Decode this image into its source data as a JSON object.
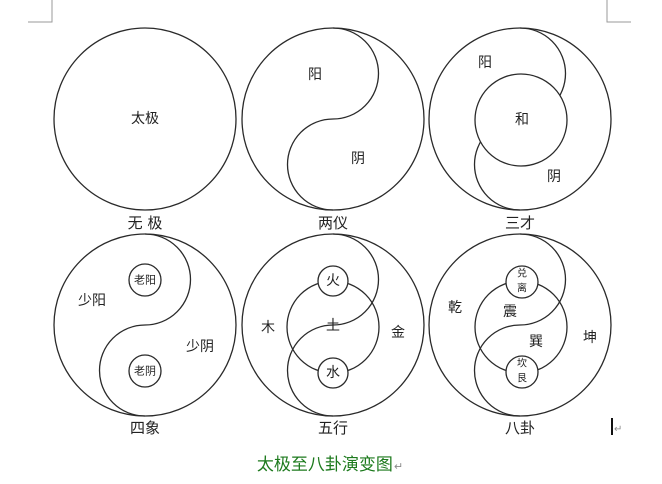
{
  "figure": {
    "caption": "太极至八卦演变图",
    "caption_color": "#1d7a1d",
    "paragraph_mark": "↵",
    "stroke_color": "#2a2a2a",
    "panels": [
      {
        "id": "wuji",
        "title": "无 极",
        "inner_labels": {
          "center": "太极"
        }
      },
      {
        "id": "liangyi",
        "title": "两仪",
        "inner_labels": {
          "yang": "阳",
          "yin": "阴"
        }
      },
      {
        "id": "sancai",
        "title": "三才",
        "inner_labels": {
          "yang": "阳",
          "center": "和",
          "yin": "阴"
        }
      },
      {
        "id": "sixiang",
        "title": "四象",
        "inner_labels": {
          "shaoyang": "少阳",
          "laoyang": "老阳",
          "laoyin": "老阴",
          "shaoyin": "少阴"
        }
      },
      {
        "id": "wuxing",
        "title": "五行",
        "inner_labels": {
          "fire": "火",
          "wood": "木",
          "earth": "土",
          "metal": "金",
          "water": "水"
        }
      },
      {
        "id": "bagua",
        "title": "八卦",
        "inner_labels": {
          "dui": "兑",
          "li": "离",
          "qian": "乾",
          "zhen": "震",
          "xun": "巽",
          "kun": "坤",
          "kan": "坎",
          "gen": "艮"
        }
      }
    ]
  }
}
